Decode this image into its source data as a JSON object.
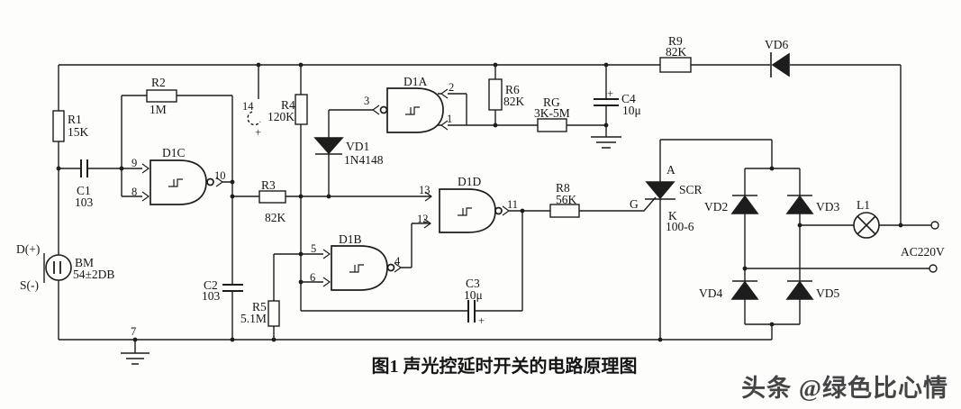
{
  "circuit": {
    "caption": "图1  声光控延时开关的电路原理图",
    "watermark": "头条 @绿色比心情",
    "components": {
      "R1": {
        "ref": "R1",
        "value": "15K"
      },
      "R2": {
        "ref": "R2",
        "value": "1M"
      },
      "R3": {
        "ref": "R3",
        "value": "82K"
      },
      "R4": {
        "ref": "R4",
        "value": "120K"
      },
      "R5": {
        "ref": "R5",
        "value": "5.1M"
      },
      "R6": {
        "ref": "R6",
        "value": "82K"
      },
      "R8": {
        "ref": "R8",
        "value": "56K"
      },
      "R9": {
        "ref": "R9",
        "value": "82K"
      },
      "RG": {
        "ref": "RG",
        "value": "3K-5M"
      },
      "C1": {
        "ref": "C1",
        "value": "103"
      },
      "C2": {
        "ref": "C2",
        "value": "103"
      },
      "C3": {
        "ref": "C3",
        "value": "10μ"
      },
      "C4": {
        "ref": "C4",
        "value": "10μ"
      },
      "VD1": {
        "ref": "VD1",
        "value": "1N4148"
      },
      "VD2": {
        "ref": "VD2"
      },
      "VD3": {
        "ref": "VD3"
      },
      "VD4": {
        "ref": "VD4"
      },
      "VD5": {
        "ref": "VD5"
      },
      "VD6": {
        "ref": "VD6"
      },
      "L1": {
        "ref": "L1"
      }
    },
    "mic": {
      "ref": "BM",
      "value": "54±2DB",
      "pos": "D(+)",
      "neg": "S(-)"
    },
    "scr": {
      "ref": "SCR",
      "value": "100-6",
      "anode": "A",
      "gate": "G",
      "cathode": "K"
    },
    "gates": {
      "D1A": {
        "ref": "D1A",
        "out": "3",
        "in_top": "2",
        "in_bottom": "1"
      },
      "D1B": {
        "ref": "D1B",
        "in_top": "5",
        "in_bottom": "6",
        "out": "4"
      },
      "D1C": {
        "ref": "D1C",
        "in_top": "9",
        "in_bottom": "8",
        "out": "10"
      },
      "D1D": {
        "ref": "D1D",
        "in_top": "13",
        "in_bottom": "12",
        "out": "11"
      }
    },
    "ic_pins": {
      "vdd": "14",
      "gnd": "7"
    },
    "supply": {
      "ac": "AC220V"
    },
    "polarity_plus": "+"
  }
}
